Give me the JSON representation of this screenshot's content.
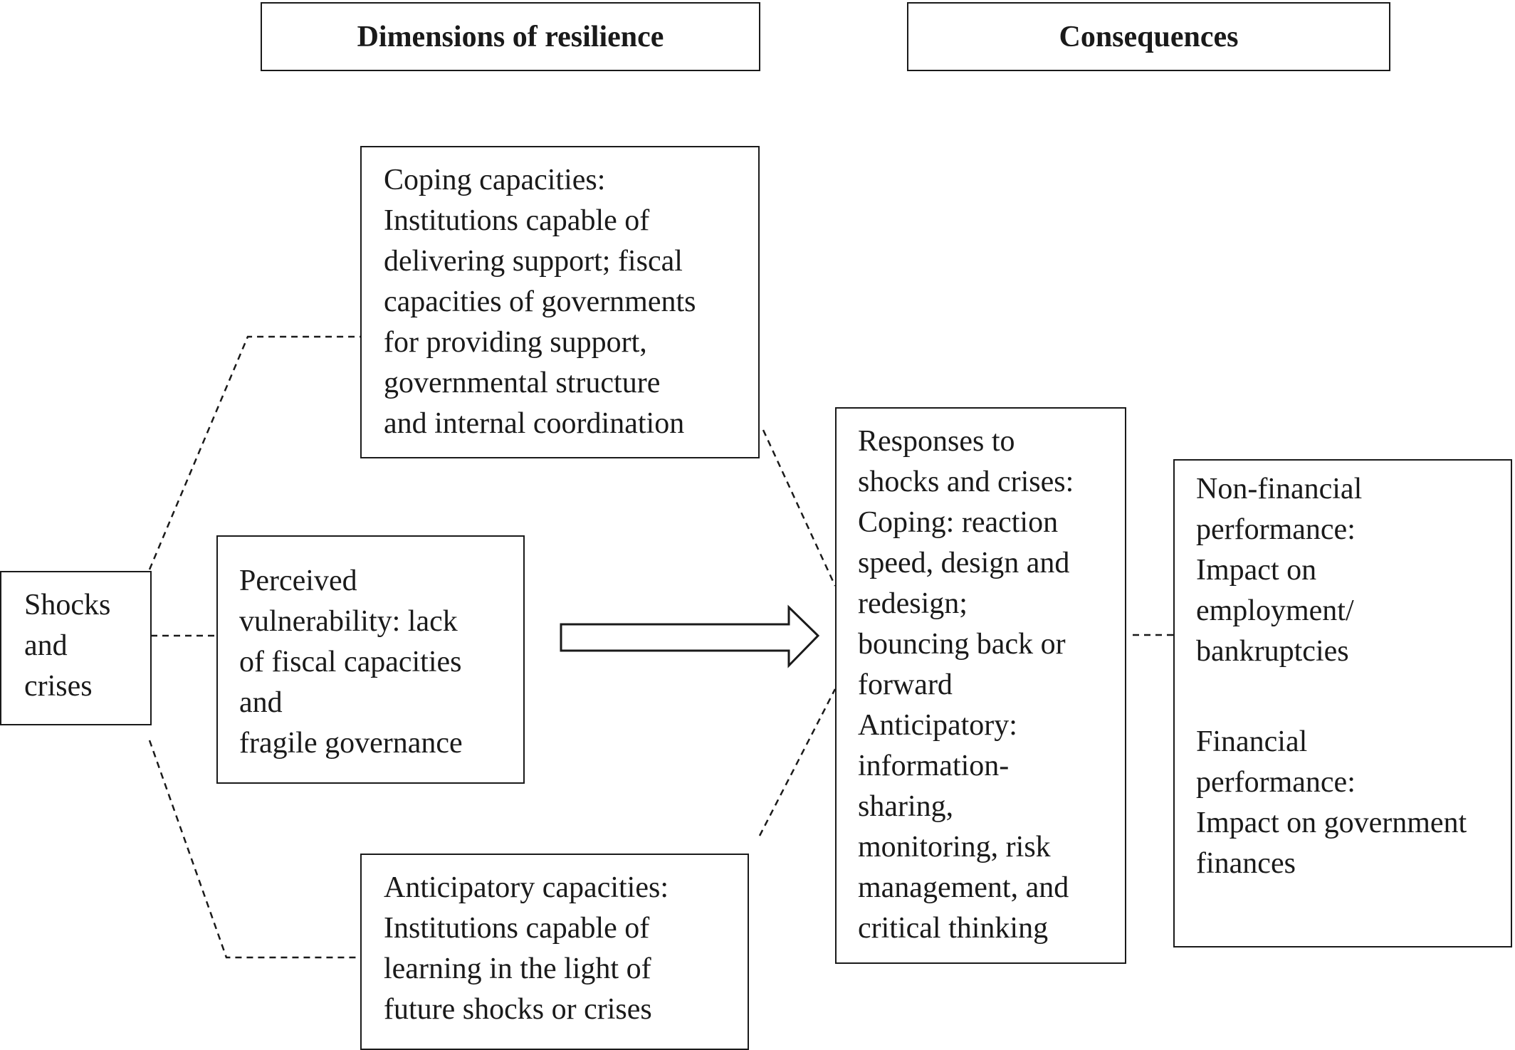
{
  "headers": {
    "dimensions": "Dimensions of resilience",
    "consequences": "Consequences"
  },
  "shocks": {
    "lines": [
      "Shocks",
      "and",
      "crises"
    ]
  },
  "coping": {
    "lines": [
      "Coping capacities:",
      "Institutions capable of",
      "delivering support; fiscal",
      "capacities of governments",
      "for providing support,",
      "governmental structure",
      "and internal coordination"
    ]
  },
  "vulnerability": {
    "lines": [
      "Perceived",
      "vulnerability: lack",
      "of fiscal capacities",
      "and",
      "fragile governance"
    ]
  },
  "anticipatory": {
    "lines": [
      "Anticipatory capacities:",
      "Institutions capable of",
      "learning in the light of",
      "future shocks or crises"
    ]
  },
  "responses": {
    "lines": [
      "Responses to",
      "shocks and crises:",
      "Coping: reaction",
      "speed, design and",
      "redesign;",
      "bouncing back or",
      "forward",
      "Anticipatory:",
      "information-",
      "sharing,",
      "monitoring, risk",
      "management, and",
      "critical thinking"
    ]
  },
  "performance": {
    "non_financial": [
      "Non-financial",
      "performance:",
      "Impact on",
      "employment/",
      "bankruptcies"
    ],
    "financial": [
      "Financial",
      "performance:",
      "Impact on government",
      "finances"
    ]
  }
}
